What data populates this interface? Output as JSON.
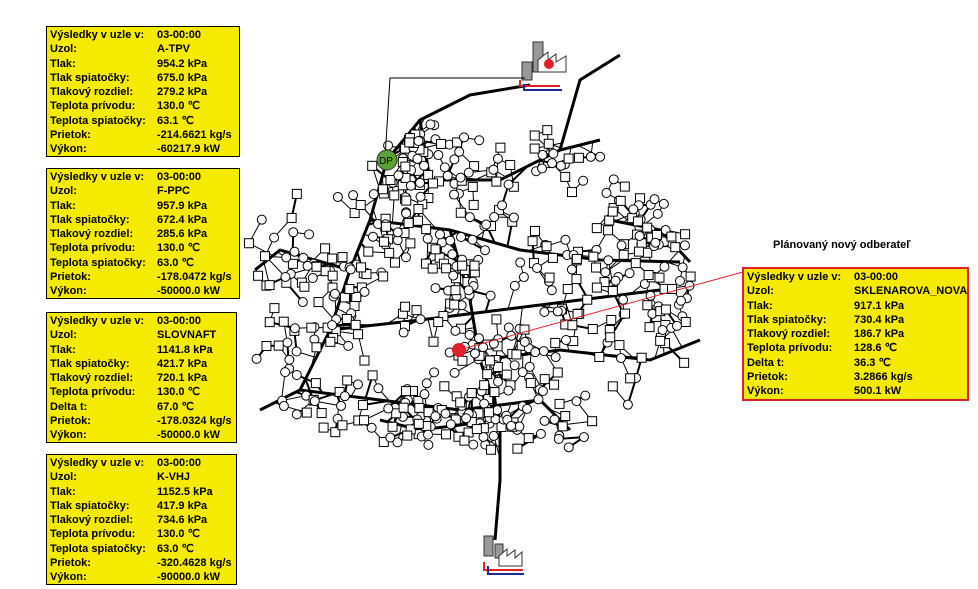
{
  "caption": "Plánovaný nový odberateľ",
  "labels": {
    "header": "Výsledky v uzle v:",
    "uzol": "Uzol:",
    "tlak": "Tlak:",
    "tlak_spiatocky": "Tlak spiatočky:",
    "tlakovy_rozdiel": "Tlakový rozdiel:",
    "teplota_privodu": "Teplota prívodu:",
    "teplota_spiatocky": "Teplota spiatočky:",
    "delta_t": "Delta t:",
    "prietok": "Prietok:",
    "vykon": "Výkon:"
  },
  "panels": [
    {
      "time": "03-00:00",
      "uzol": "A-TPV",
      "tlak": "954.2 kPa",
      "tlak_spiatocky": "675.0 kPa",
      "tlakovy_rozdiel": "279.2 kPa",
      "teplota_privodu": "130.0 ℃",
      "teplota_spiatocky": "63.1 ℃",
      "prietok": "-214.6621 kg/s",
      "vykon": "-60217.9 kW"
    },
    {
      "time": "03-00:00",
      "uzol": "F-PPC",
      "tlak": "957.9 kPa",
      "tlak_spiatocky": "672.4 kPa",
      "tlakovy_rozdiel": "285.6 kPa",
      "teplota_privodu": "130.0 ℃",
      "teplota_spiatocky": "63.0 ℃",
      "prietok": "-178.0472 kg/s",
      "vykon": "-50000.0 kW"
    },
    {
      "time": "03-00:00",
      "uzol": "SLOVNAFT",
      "tlak": "1141.8 kPa",
      "tlak_spiatocky": "421.7 kPa",
      "tlakovy_rozdiel": "720.1 kPa",
      "teplota_privodu": "130.0 ℃",
      "delta_t": "67.0 ℃",
      "prietok": "-178.0324 kg/s",
      "vykon": "-50000.0 kW"
    },
    {
      "time": "03-00:00",
      "uzol": "K-VHJ",
      "tlak": "1152.5 kPa",
      "tlak_spiatocky": "417.9 kPa",
      "tlakovy_rozdiel": "734.6 kPa",
      "teplota_privodu": "130.0 ℃",
      "teplota_spiatocky": "63.0 ℃",
      "prietok": "-320.4628 kg/s",
      "vykon": "-90000.0 kW"
    },
    {
      "time": "03-00:00",
      "uzol": "SKLENAROVA_NOVA",
      "tlak": "917.1 kPa",
      "tlak_spiatocky": "730.4 kPa",
      "tlakovy_rozdiel": "186.7 kPa",
      "teplota_privodu": "128.6 ℃",
      "delta_t": "36.3 ℃",
      "prietok": "3.2866 kg/s",
      "vykon": "500.1 kW"
    }
  ],
  "network": {
    "pump_label": "DP",
    "colors": {
      "panel_bg": "#f5eb00",
      "highlight_border": "#e0202a",
      "new_consumer": "#e0202a",
      "pump": "#5aa532"
    }
  }
}
